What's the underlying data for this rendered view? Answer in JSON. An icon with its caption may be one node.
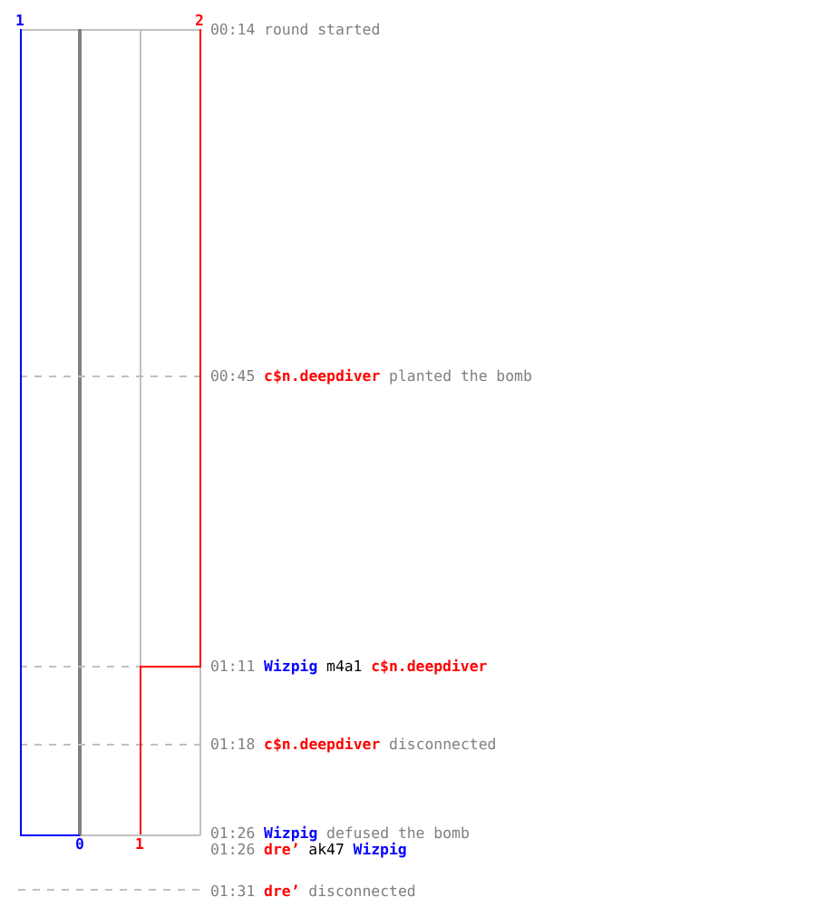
{
  "diagram": {
    "labels": [
      "1",
      "2",
      "00:14",
      "round started",
      "00:45",
      "c$n.deepdiver",
      "planted the bomb",
      "01:11",
      "Wizpig",
      "m4a1",
      "c$n.deepdiver",
      "01:18",
      "c$n.deepdiver",
      "disconnected",
      "01:26",
      "Wizpig",
      "defused the bomb",
      "0",
      "1",
      "01:26",
      "dre’",
      "ak47",
      "Wizpig",
      "01:31",
      "dre’",
      "disconnected"
    ]
  }
}
